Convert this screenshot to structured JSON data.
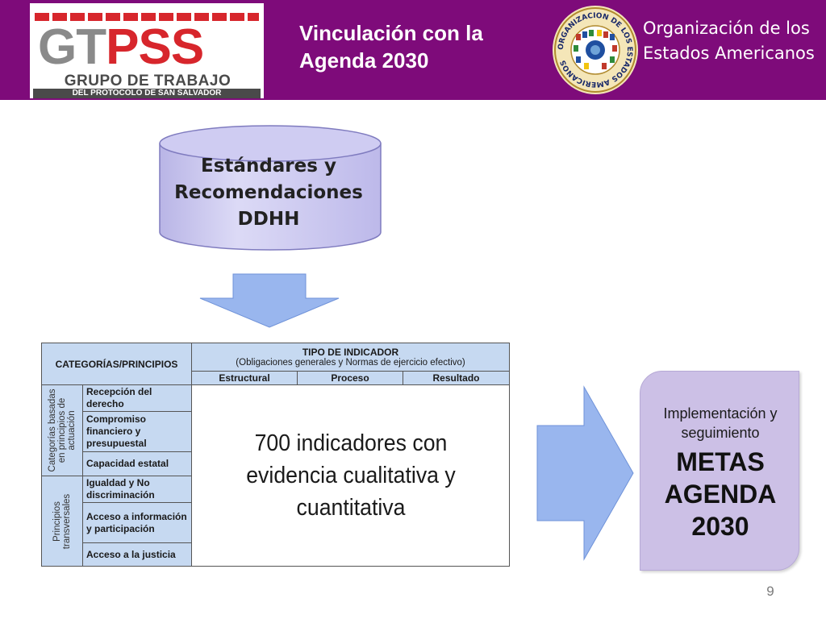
{
  "header": {
    "logo_gt": "GT",
    "logo_pss": "PSS",
    "logo_line1": "GRUPO DE TRABAJO",
    "logo_line2": "DEL PROTOCOLO DE SAN SALVADOR",
    "title": "Vinculación con la Agenda 2030",
    "seal_ring_text": "ORGANIZACION DE LOS ESTADOS AMERICANOS",
    "org_name": "Organización de los Estados Americanos",
    "colors": {
      "background": "#7e0b7a",
      "logo_red": "#d7262c",
      "logo_gray": "#8a8a8a"
    }
  },
  "cylinder": {
    "text": "Estándares y Recomendaciones DDHH",
    "color": "#ccc9ef"
  },
  "table": {
    "header_left": "CATEGORÍAS/PRINCIPIOS",
    "header_top": "TIPO DE INDICADOR",
    "header_top_sub": "(Obligaciones generales y Normas de ejercicio efectivo)",
    "columns": [
      "Estructural",
      "Proceso",
      "Resultado"
    ],
    "group1_label": "Categorías basadas en principios de actuación",
    "group1_rows": [
      "Recepción del derecho",
      "Compromiso financiero y presupuestal",
      "Capacidad estatal"
    ],
    "group2_label": "Principios transversales",
    "group2_rows": [
      "Igualdad y No discriminación",
      "Acceso a información y participación",
      "Acceso a la justicia"
    ],
    "body_text": "700 indicadores con evidencia cualitativa y cuantitativa",
    "header_color": "#c6d9f1"
  },
  "meta_box": {
    "line1": "Implementación y seguimiento",
    "line2": "METAS AGENDA 2030",
    "color": "#ccc0e6"
  },
  "arrows_color": "#99b6ee",
  "page_number": "9"
}
